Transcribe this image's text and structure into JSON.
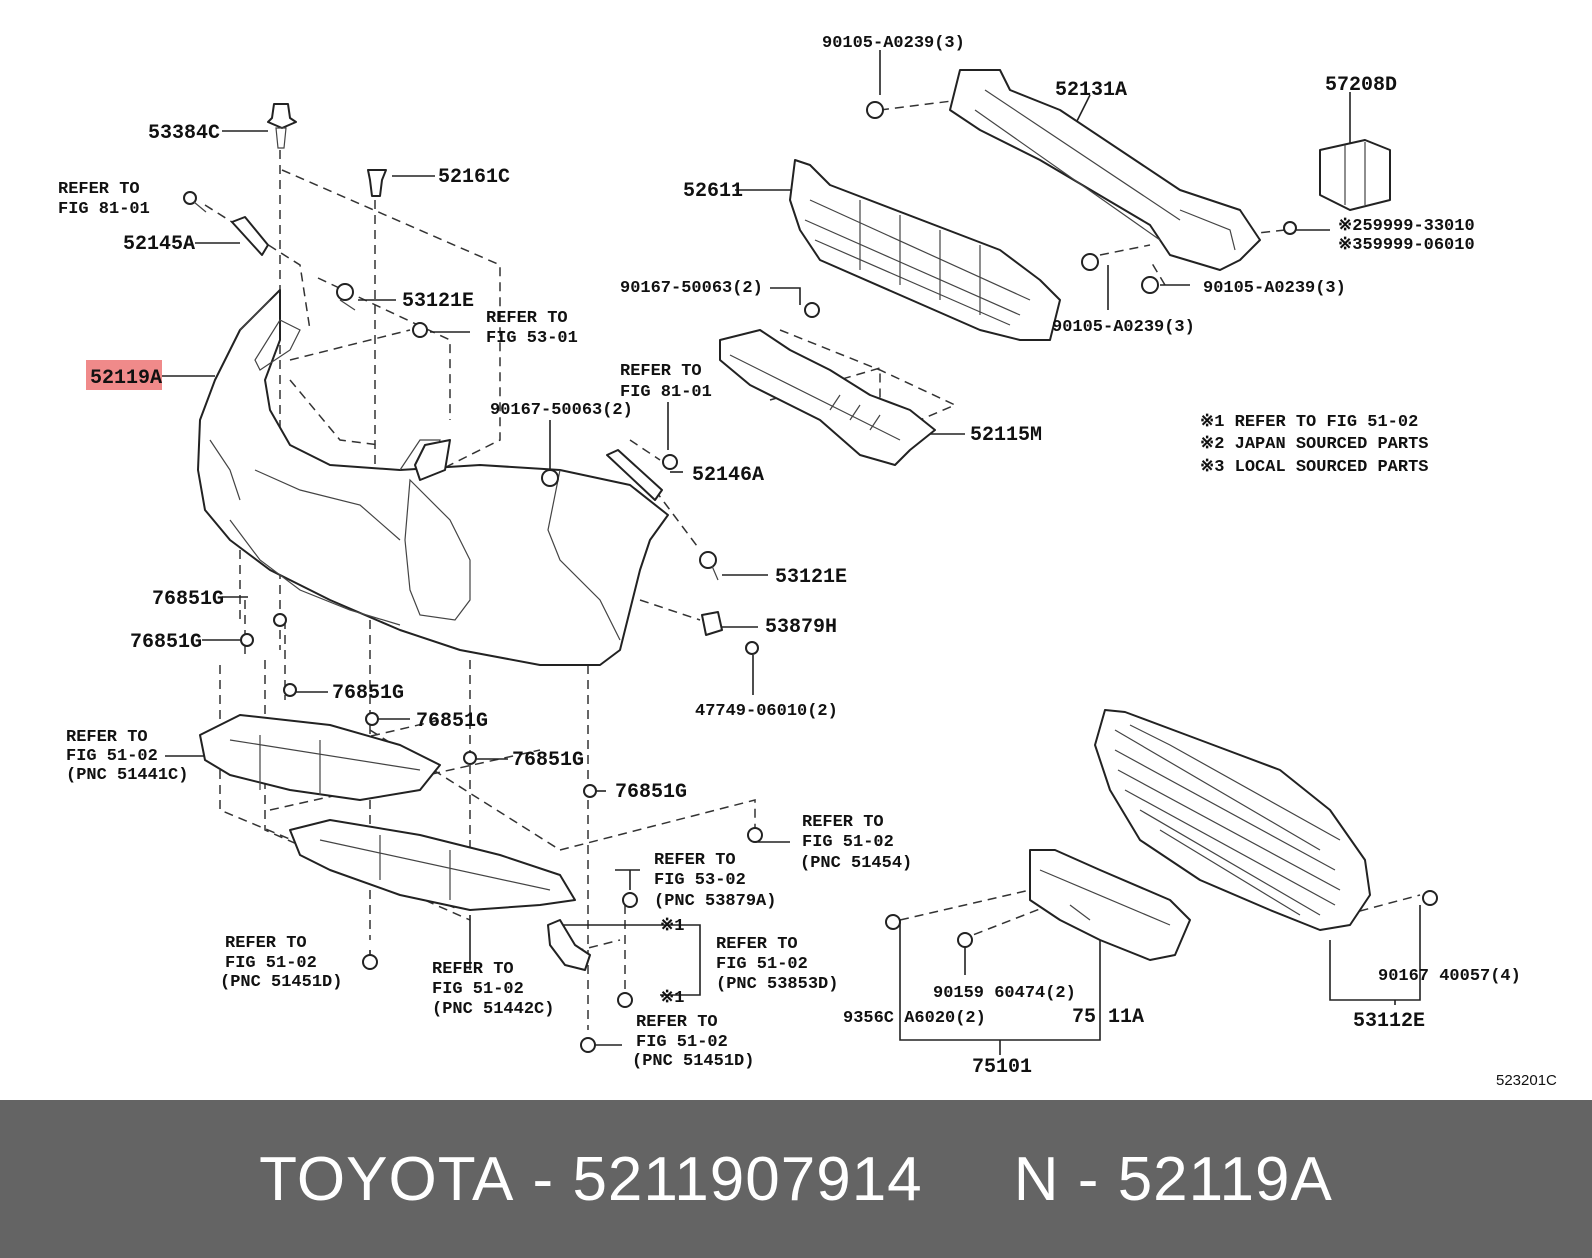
{
  "footer": {
    "brand": "TOYOTA",
    "sep1": " - ",
    "part_number": "5211907914",
    "gap": "     ",
    "n_label": "N",
    "sep2": " - ",
    "ref": "52119A"
  },
  "diagram_id": "523201C",
  "highlight_color": "#f08a8a",
  "labels": {
    "l53384C": "53384C",
    "l52161C": "52161C",
    "refer_to": "REFER TO",
    "fig81_01": "FIG 81-01",
    "fig53_01": "FIG 53-01",
    "fig51_02": "FIG 51-02",
    "fig53_02": "FIG 53-02",
    "l52145A": "52145A",
    "l53121E": "53121E",
    "l52119A": "52119A",
    "l90167_50063_2": "90167-50063(2)",
    "l52146A": "52146A",
    "l53879H": "53879H",
    "l47749": "47749-06010(2)",
    "l76851G": "76851G",
    "pnc51441C": "(PNC 51441C)",
    "pnc51454": "(PNC 51454)",
    "pnc53879A": "(PNC 53879A)",
    "pnc53853D": "(PNC 53853D)",
    "pnc51451D": "(PNC 51451D)",
    "pnc51442C": "(PNC 51442C)",
    "l90105_3": "90105-A0239(3)",
    "l52131A": "52131A",
    "l57208D": "57208D",
    "l52611": "52611",
    "l259999": "※259999-33010",
    "l359999": "※359999-06010",
    "l52115M": "52115M",
    "note1": "※1 REFER TO FIG 51-02",
    "note2": "※2 JAPAN SOURCED PARTS",
    "note3": "※3 LOCAL SOURCED PARTS",
    "x1": "※1",
    "l90159": "90159  60474(2)",
    "l9356": "9356C  A6020(2)",
    "l75_11A": "75 11A",
    "l75101": "75101",
    "l90167_40057": "90167  40057(4)",
    "l53112E": "53112E"
  }
}
